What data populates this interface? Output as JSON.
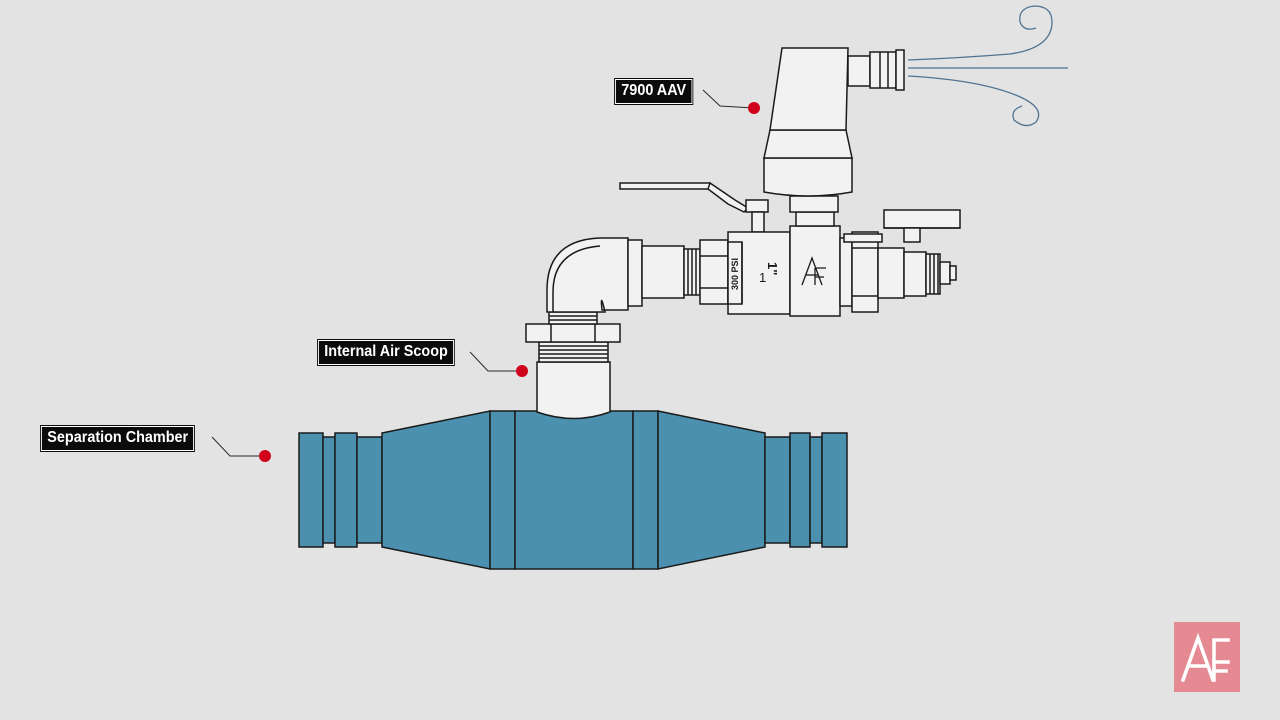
{
  "callouts": {
    "aav": "7900 AAV",
    "air_scoop": "Internal Air Scoop",
    "separation_chamber": "Separation Chamber"
  },
  "valve_markings": {
    "pressure": "300 PSI",
    "size": "1\"",
    "size_repeat": "1"
  },
  "colors": {
    "background": "#e3e3e3",
    "chamber_fill": "#4b90ae",
    "outline": "#1a1a1a",
    "pointer_dot": "#d0021b",
    "air_stream": "#4f7391",
    "logo_bg": "#e58a92"
  },
  "icons": [
    "air-vent-stream-icon",
    "agf-logo-icon"
  ]
}
